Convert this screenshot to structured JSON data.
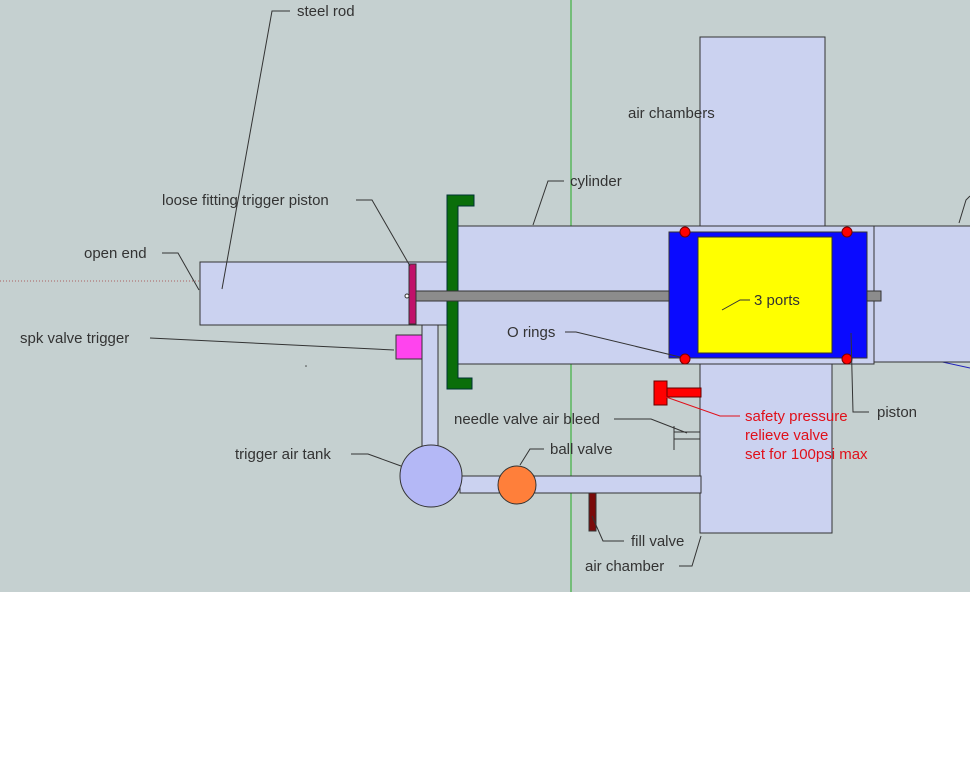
{
  "diagram": {
    "labels": {
      "steel_rod": "steel rod",
      "air_chambers": "air chambers",
      "cylinder": "cylinder",
      "loose_piston": "loose fitting trigger piston",
      "open_end": "open end",
      "three_ports": "3 ports",
      "spk_trigger": "spk valve trigger",
      "o_rings": "O rings",
      "piston": "piston",
      "safety_line1": "safety pressure",
      "safety_line2": "relieve valve",
      "safety_line3": "set for 100psi max",
      "needle_valve": "needle valve air bleed",
      "ball_valve": "ball valve",
      "trigger_tank": "trigger air tank",
      "fill_valve": "fill valve",
      "air_chamber": "air chamber"
    },
    "colors": {
      "background": "#c5d0d0",
      "part_fill": "#cbd2f0",
      "piston_blue": "#0a0aff",
      "port_yellow": "#ffff00",
      "oring_red": "#ff0000",
      "trigger_green": "#0a6e0a",
      "spk_magenta": "#ff44ee",
      "ball_orange": "#ff7f3a",
      "fill_valve_dark": "#7a0a0a",
      "warning_red": "#e0101a",
      "tank_fill": "#b4b8f6"
    }
  }
}
